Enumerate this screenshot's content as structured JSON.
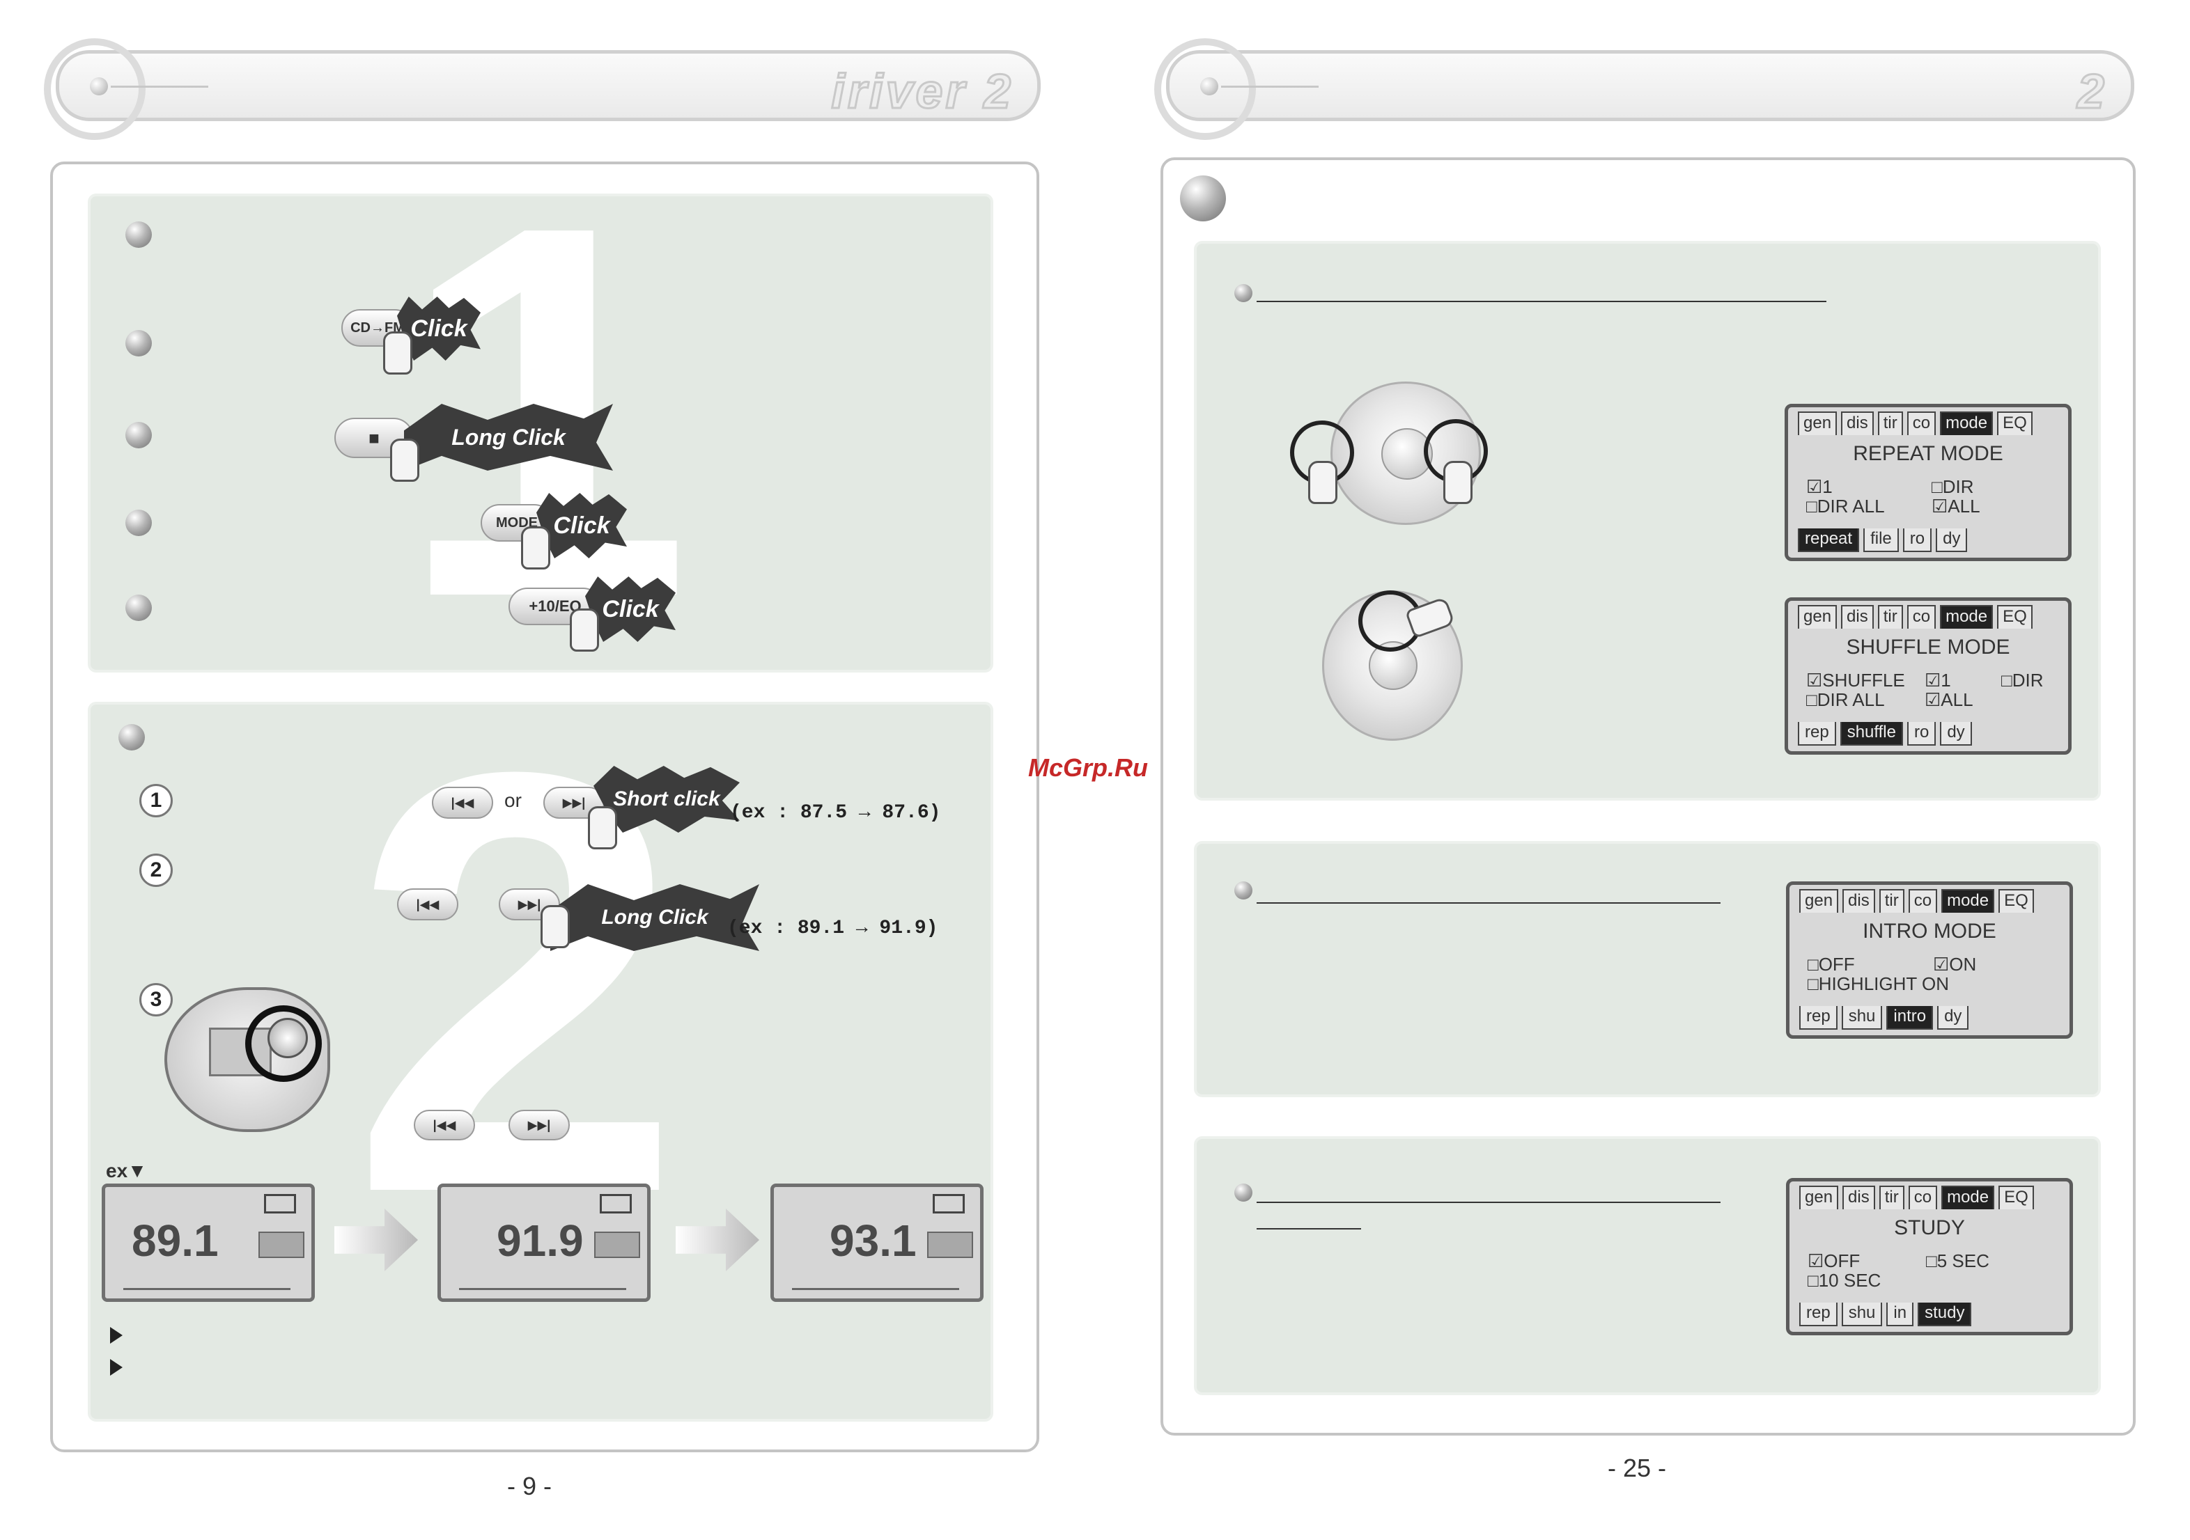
{
  "watermark": "McGrp.Ru",
  "left_page": {
    "header_brand": "iriver 2",
    "section1": {
      "big_number": "1",
      "buttons": [
        {
          "button": "CD→FM",
          "action": "Click"
        },
        {
          "button": "■",
          "action": "Long Click"
        },
        {
          "button": "MODE",
          "action": "Click"
        },
        {
          "button": "+10/EQ",
          "action": "Click"
        }
      ]
    },
    "section2": {
      "big_number": "2",
      "step1": {
        "num": "1",
        "prev_btn": "|◀◀",
        "or": "or",
        "next_btn": "▶▶|",
        "action": "Short click",
        "example": "(ex : 87.5 → 87.6)"
      },
      "step2": {
        "num": "2",
        "prev_btn": "|◀◀",
        "next_btn": "▶▶|",
        "action": "Long Click",
        "example": "(ex : 89.1 → 91.9)"
      },
      "step3": {
        "num": "3",
        "prev_btn": "|◀◀",
        "next_btn": "▶▶|"
      },
      "ex_label": "ex▼",
      "displays": [
        "89.1",
        "91.9",
        "93.1"
      ]
    },
    "page_number": "- 9 -"
  },
  "right_page": {
    "header_brand": "2",
    "menus": [
      {
        "tabs": [
          "gen",
          "dis",
          "tir",
          "co",
          "mode",
          "EQ"
        ],
        "active_tab": 4,
        "title": "REPEAT MODE",
        "options": [
          "☑1",
          "□DIR",
          "□DIR ALL",
          "☑ALL"
        ],
        "subtabs": [
          "repeat",
          "file",
          "ro",
          "dy"
        ],
        "active_sub": 0
      },
      {
        "tabs": [
          "gen",
          "dis",
          "tir",
          "co",
          "mode",
          "EQ"
        ],
        "active_tab": 4,
        "title": "SHUFFLE MODE",
        "options": [
          "☑SHUFFLE",
          "☑1",
          "□DIR",
          "□DIR ALL",
          "☑ALL"
        ],
        "subtabs": [
          "rep",
          "shuffle",
          "ro",
          "dy"
        ],
        "active_sub": 1
      },
      {
        "tabs": [
          "gen",
          "dis",
          "tir",
          "co",
          "mode",
          "EQ"
        ],
        "active_tab": 4,
        "title": "INTRO MODE",
        "options": [
          "□OFF",
          "☑ON",
          "□HIGHLIGHT ON"
        ],
        "subtabs": [
          "rep",
          "shu",
          "intro",
          "dy"
        ],
        "active_sub": 2
      },
      {
        "tabs": [
          "gen",
          "dis",
          "tir",
          "co",
          "mode",
          "EQ"
        ],
        "active_tab": 4,
        "title": "STUDY",
        "options": [
          "☑OFF",
          "□5 SEC",
          "□10 SEC"
        ],
        "subtabs": [
          "rep",
          "shu",
          "in",
          "study"
        ],
        "active_sub": 3
      }
    ],
    "page_number": "- 25 -"
  }
}
